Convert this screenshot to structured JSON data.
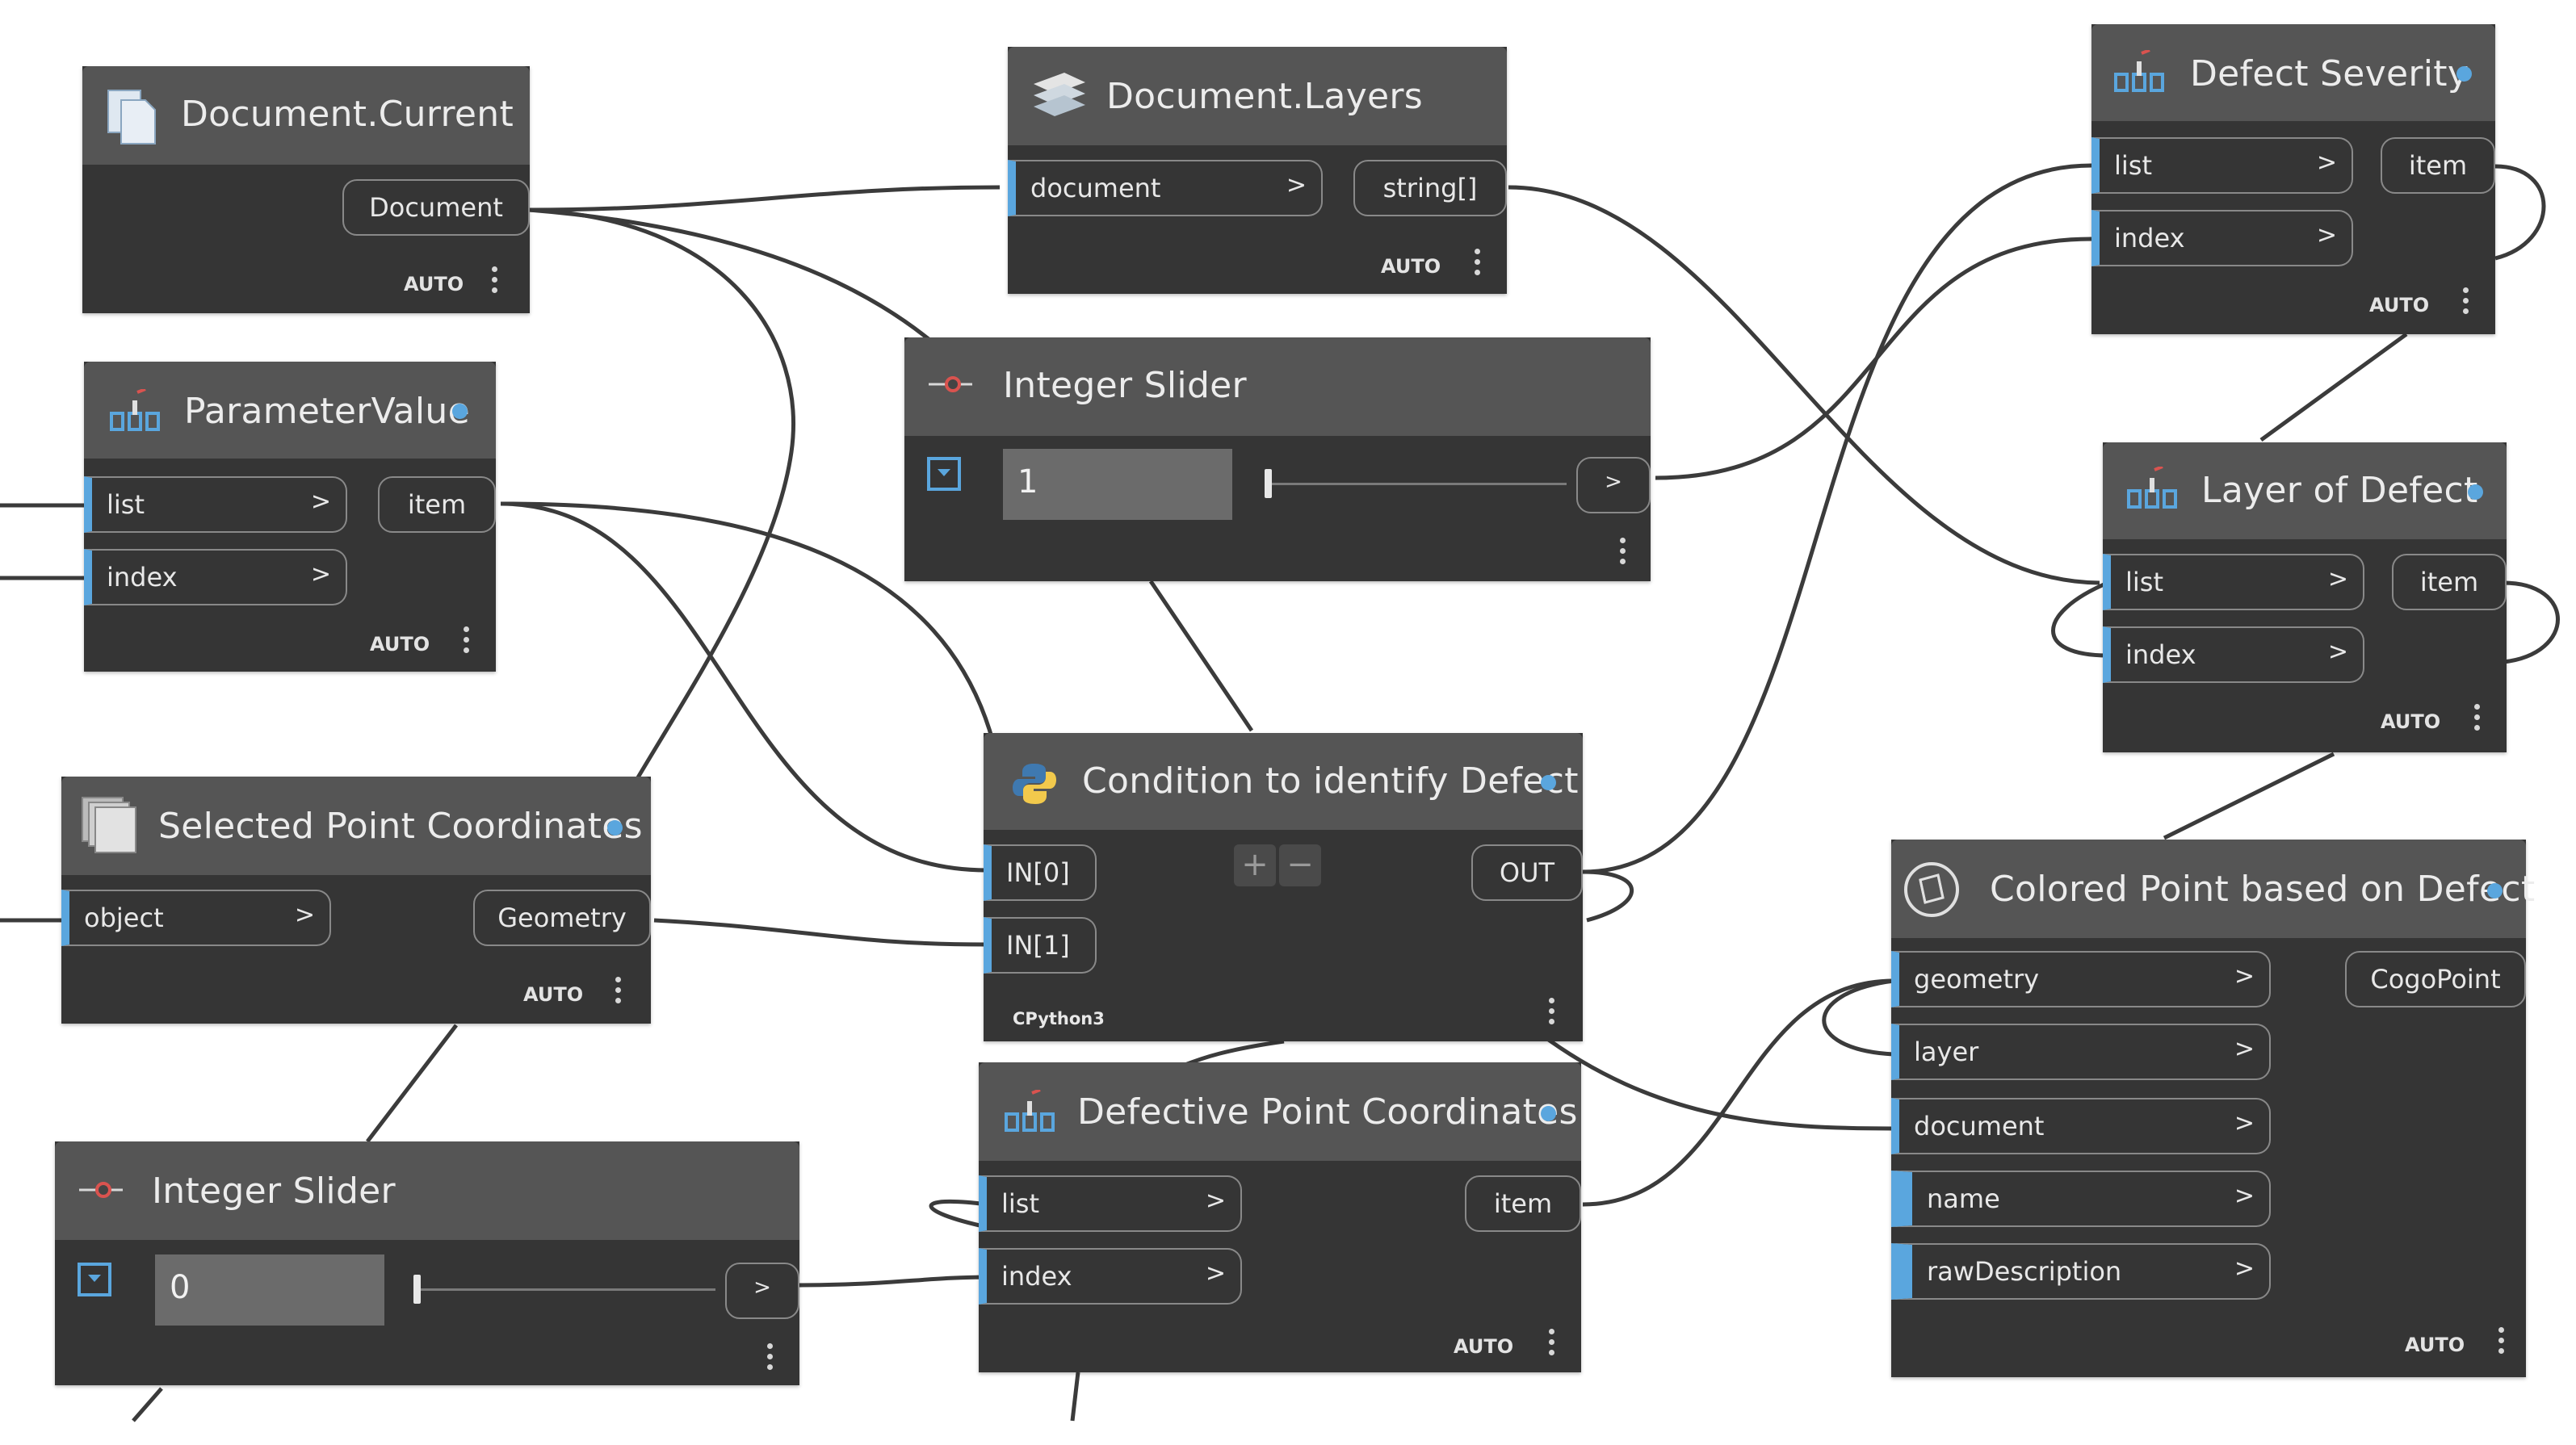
{
  "canvas": {
    "background": "#ffffff",
    "node_body": "#353535",
    "node_header": "#555555",
    "accent": "#5aa6de",
    "wire": "#3b3b3b"
  },
  "nodes": {
    "document_current": {
      "title": "Document.Current",
      "icon": "document-icon",
      "output": "Document",
      "lacing": "AUTO"
    },
    "document_layers": {
      "title": "Document.Layers",
      "icon": "layers-icon",
      "input": "document",
      "output": "string[]",
      "lacing": "AUTO"
    },
    "defect_severity": {
      "title": "Defect Severity",
      "icon": "list-getitem-icon",
      "inputs": [
        "list",
        "index"
      ],
      "output": "item",
      "lacing": "AUTO"
    },
    "parameter_value": {
      "title": "ParameterValue",
      "icon": "list-getitem-icon",
      "inputs": [
        "list",
        "index"
      ],
      "output": "item",
      "lacing": "AUTO"
    },
    "integer_slider_1": {
      "title": "Integer Slider",
      "icon": "slider-icon",
      "value": "1",
      "slider_level": 0.0
    },
    "layer_of_defect": {
      "title": "Layer of Defect",
      "icon": "list-getitem-icon",
      "inputs": [
        "list",
        "index"
      ],
      "output": "item",
      "lacing": "AUTO"
    },
    "selected_point_coordinates": {
      "title": "Selected Point Coordinates",
      "icon": "object-icon",
      "input": "object",
      "output": "Geometry",
      "lacing": "AUTO"
    },
    "condition": {
      "title": "Condition to identify Defect",
      "icon": "python-icon",
      "inputs": [
        "IN[0]",
        "IN[1]"
      ],
      "output": "OUT",
      "add": "+",
      "remove": "−",
      "engine": "CPython3"
    },
    "colored_point": {
      "title": "Colored Point based on Defect",
      "icon": "cogo-point-icon",
      "inputs": [
        "geometry",
        "layer",
        "document",
        "name",
        "rawDescription"
      ],
      "output": "CogoPoint",
      "lacing": "AUTO"
    },
    "integer_slider_0": {
      "title": "Integer Slider",
      "icon": "slider-icon",
      "value": "0",
      "slider_level": 0.0
    },
    "defective_point_coordinates": {
      "title": "Defective Point Coordinates",
      "icon": "list-getitem-icon",
      "inputs": [
        "list",
        "index"
      ],
      "output": "item",
      "lacing": "AUTO"
    }
  }
}
